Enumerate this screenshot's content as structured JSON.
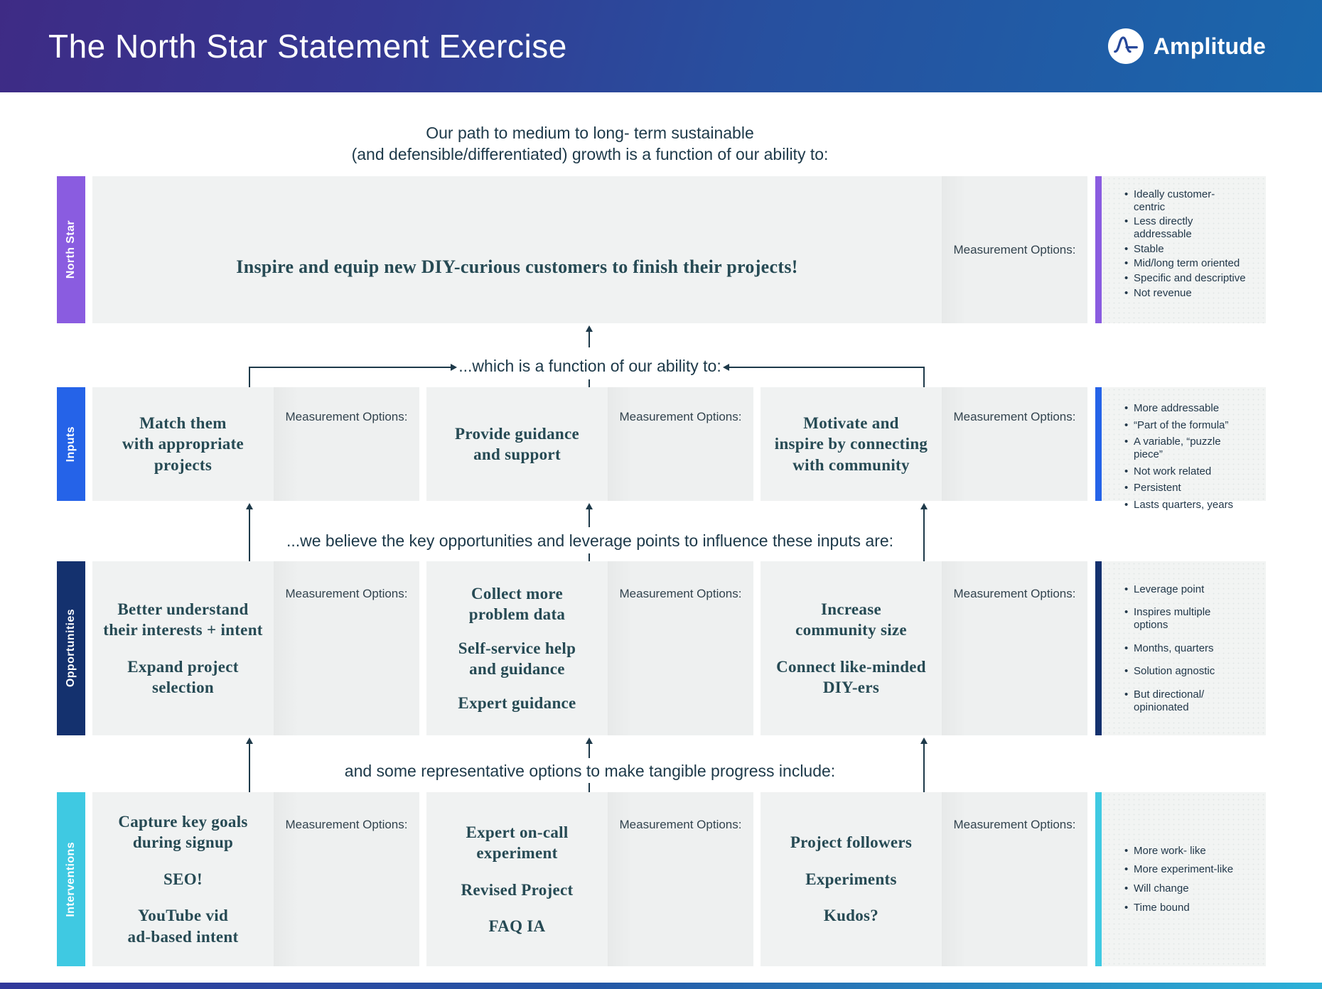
{
  "header": {
    "title": "The North Star Statement Exercise",
    "brand": "Amplitude"
  },
  "intro": {
    "line1": "Our path to medium to long- term sustainable",
    "line2": "(and defensible/differentiated) growth is a function of our ability to:"
  },
  "connectors": {
    "c1": "...which is a function of our ability to:",
    "c2": "...we believe the key opportunities and leverage points to influence these inputs are:",
    "c3": "and some representative options to make tangible progress include:"
  },
  "measurement_label": "Measurement Options:",
  "colors": {
    "header_gradient_start": "#3e2b85",
    "header_gradient_end": "#1a67ac",
    "arrow": "#1e3a4a",
    "box_bg": "#f0f2f2",
    "north_star": "#8a5ce0",
    "inputs": "#2563e8",
    "opportunities": "#14316e",
    "interventions": "#3fc9e2"
  },
  "rows": [
    {
      "label": "North Star",
      "color": "#8a5ce0",
      "statement": "Inspire and equip new DIY-curious customers to finish their projects!",
      "criteria": [
        "Ideally customer-centric",
        "Less directly addressable",
        "Stable",
        "Mid/long term oriented",
        "Specific and descriptive",
        "Not revenue"
      ]
    },
    {
      "label": "Inputs",
      "color": "#2563e8",
      "boxes": [
        {
          "p1": "Match them\nwith appropriate\nprojects"
        },
        {
          "p1": "Provide guidance\nand support"
        },
        {
          "p1": "Motivate and\ninspire by connecting\nwith community"
        }
      ],
      "criteria": [
        "More addressable",
        "“Part of the formula”",
        "A variable, “puzzle piece”",
        "Not work related",
        "Persistent",
        "Lasts quarters, years"
      ]
    },
    {
      "label": "Opportunities",
      "color": "#14316e",
      "boxes": [
        {
          "p1": "Better understand\ntheir interests + intent",
          "p2": "Expand project\nselection"
        },
        {
          "p1": "Collect more\nproblem data",
          "p2": "Self-service help\nand guidance",
          "p3": "Expert guidance"
        },
        {
          "p1": "Increase\ncommunity size",
          "p2": "Connect like-minded\nDIY-ers"
        }
      ],
      "criteria": [
        "Leverage point",
        "Inspires multiple\noptions",
        "Months, quarters",
        "Solution agnostic",
        "But directional/\nopinionated"
      ]
    },
    {
      "label": "Interventions",
      "color": "#3fc9e2",
      "boxes": [
        {
          "p1": "Capture key goals\nduring signup",
          "p2": "SEO!",
          "p3": "YouTube vid\nad-based intent"
        },
        {
          "p1": "Expert on-call\nexperiment",
          "p2": "Revised Project",
          "p3": "FAQ IA"
        },
        {
          "p1": "Project followers",
          "p2": "Experiments",
          "p3": "Kudos?"
        }
      ],
      "criteria": [
        "More work- like",
        "More experiment-like",
        "Will change",
        "Time bound"
      ]
    }
  ]
}
